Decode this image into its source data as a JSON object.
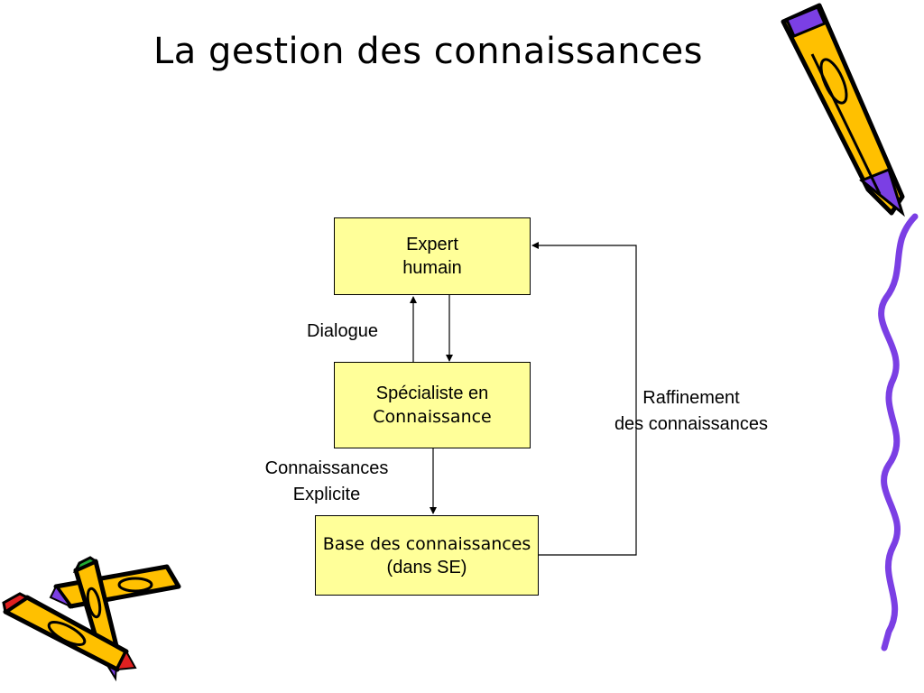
{
  "title": "La gestion des connaissances",
  "nodes": {
    "expert": {
      "line1": "Expert",
      "line2": "humain"
    },
    "specialist": {
      "line1": "Spécialiste en",
      "line2": "Connaissance"
    },
    "base": {
      "line1": "Base des connaissances",
      "line2": "(dans SE)"
    }
  },
  "edge_labels": {
    "dialogue": "Dialogue",
    "explicit": {
      "line1": "Connaissances",
      "line2": "Explicite"
    },
    "refinement": {
      "line1": "Raffinement",
      "line2": "des connaissances"
    }
  },
  "colors": {
    "box_fill": "#ffff99",
    "pencil_body": "#ffc000",
    "pencil_accent": "#7b3fe4"
  },
  "icons": [
    "pencil-icon",
    "wavy-line-decoration"
  ]
}
